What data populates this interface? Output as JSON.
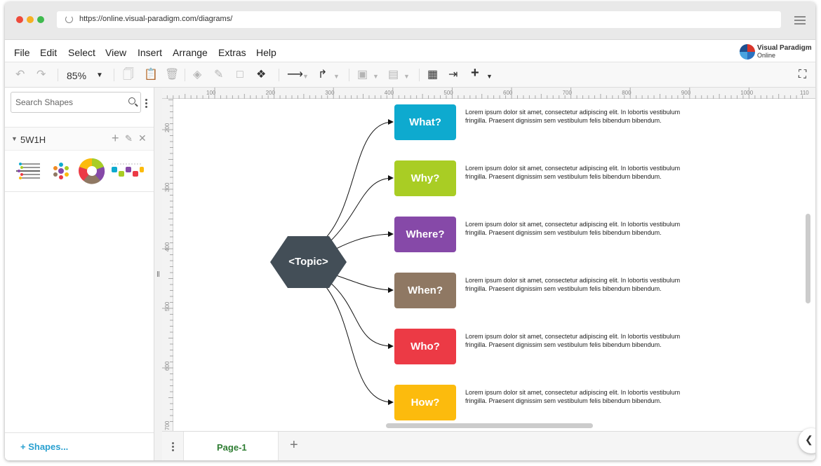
{
  "browser": {
    "url": "https://online.visual-paradigm.com/diagrams/"
  },
  "menu": [
    "File",
    "Edit",
    "Select",
    "View",
    "Insert",
    "Arrange",
    "Extras",
    "Help"
  ],
  "logo": {
    "line1": "Visual Paradigm",
    "line2": "Online"
  },
  "toolbar": {
    "zoom": "85%"
  },
  "sidebar": {
    "search_placeholder": "Search Shapes",
    "section_title": "5W1H",
    "shapes_button": "Shapes..."
  },
  "ruler": {
    "top_labels": [
      "100",
      "200",
      "300",
      "400",
      "500",
      "600",
      "700",
      "800",
      "900",
      "1000",
      "110"
    ],
    "left_labels": [
      "200",
      "300",
      "400",
      "500",
      "600",
      "700"
    ]
  },
  "diagram": {
    "topic": "<Topic>",
    "nodes": [
      {
        "label": "What?",
        "color": "#0eaacf",
        "desc": "Lorem ipsum dolor sit amet, consectetur adipiscing elit. In lobortis vestibulum fringilla. Praesent dignissim sem vestibulum felis bibendum bibendum."
      },
      {
        "label": "Why?",
        "color": "#a9cd24",
        "desc": "Lorem ipsum dolor sit amet, consectetur adipiscing elit. In lobortis vestibulum fringilla. Praesent dignissim sem vestibulum felis bibendum bibendum."
      },
      {
        "label": "Where?",
        "color": "#8649a8",
        "desc": "Lorem ipsum dolor sit amet, consectetur adipiscing elit. In lobortis vestibulum fringilla. Praesent dignissim sem vestibulum felis bibendum bibendum."
      },
      {
        "label": "When?",
        "color": "#8f7863",
        "desc": "Lorem ipsum dolor sit amet, consectetur adipiscing elit. In lobortis vestibulum fringilla. Praesent dignissim sem vestibulum felis bibendum bibendum."
      },
      {
        "label": "Who?",
        "color": "#ec3a45",
        "desc": "Lorem ipsum dolor sit amet, consectetur adipiscing elit. In lobortis vestibulum fringilla. Praesent dignissim sem vestibulum felis bibendum bibendum."
      },
      {
        "label": "How?",
        "color": "#fcbb0d",
        "desc": "Lorem ipsum dolor sit amet, consectetur adipiscing elit. In lobortis vestibulum fringilla. Praesent dignissim sem vestibulum felis bibendum bibendum."
      }
    ]
  },
  "pages": {
    "current": "Page-1"
  },
  "colors": {
    "topic_fill": "#434e57",
    "shapes_link": "#29a0d0",
    "page_tab_text": "#2e7d32"
  }
}
